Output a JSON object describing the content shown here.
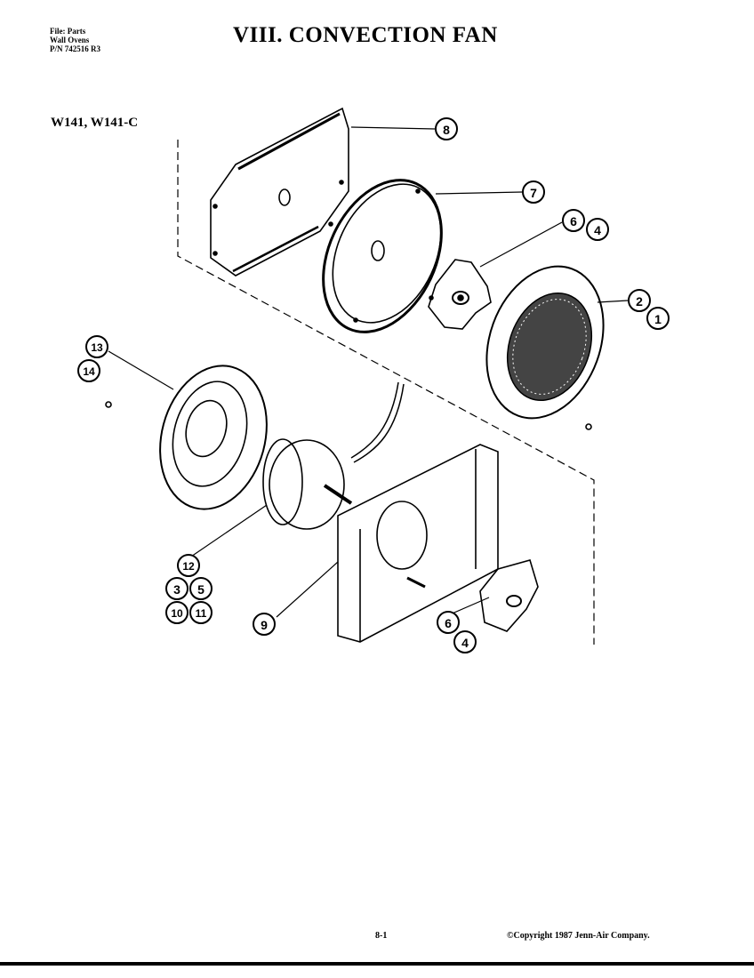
{
  "header": {
    "file_line": "File: Parts",
    "category_line": "Wall Ovens",
    "pn_line": "P/N 742516 R3"
  },
  "title": "VIII.  CONVECTION FAN",
  "models": "W141, W141-C",
  "callouts": {
    "c8_top": "8",
    "c7": "7",
    "c6_top": "6",
    "c4_top": "4",
    "c2": "2",
    "c1": "1",
    "c13": "13",
    "c14": "14",
    "c12": "12",
    "c3": "3",
    "c5": "5",
    "c10": "10",
    "c11": "11",
    "c9": "9",
    "c6_bottom": "6",
    "c4_bottom": "4"
  },
  "footer": {
    "page_number": "8-1",
    "copyright": "©Copyright 1987 Jenn-Air Company."
  }
}
